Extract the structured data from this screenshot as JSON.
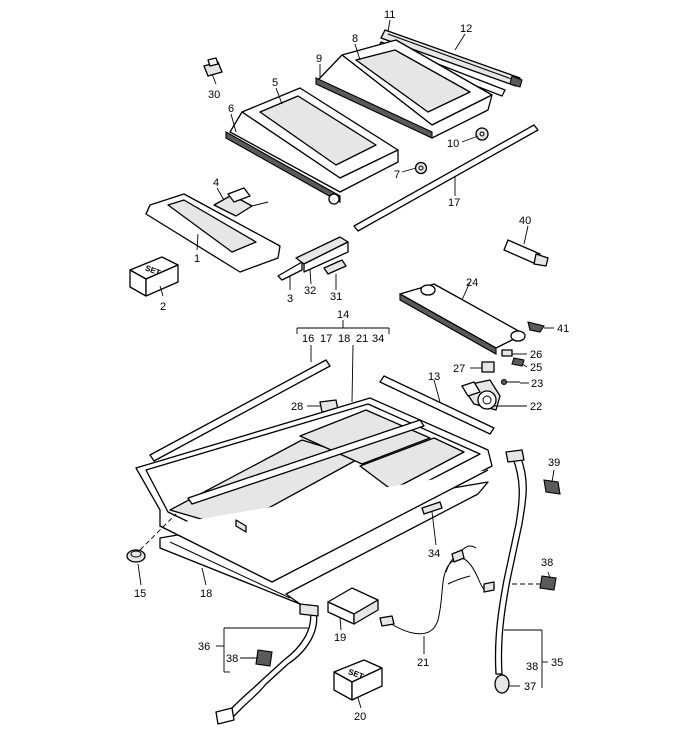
{
  "callouts": {
    "c1": "1",
    "c2": "2",
    "c3": "3",
    "c4": "4",
    "c5": "5",
    "c6": "6",
    "c7": "7",
    "c8": "8",
    "c9": "9",
    "c10": "10",
    "c11": "11",
    "c12": "12",
    "c13": "13",
    "c14": "14",
    "c15": "15",
    "c16": "16",
    "c17": "17",
    "c18": "18",
    "c19": "19",
    "c20": "20",
    "c21": "21",
    "c22": "22",
    "c23": "23",
    "c24": "24",
    "c25": "25",
    "c26": "26",
    "c27": "27",
    "c28": "28",
    "c30": "30",
    "c31": "31",
    "c32": "32",
    "c34": "34",
    "c35": "35",
    "c36": "36",
    "c37": "37",
    "c38a": "38",
    "c38b": "38",
    "c38c": "38",
    "c39": "39",
    "c40": "40",
    "c41": "41",
    "c17a": "17",
    "c18a": "18",
    "c21a": "21",
    "c34a": "34"
  },
  "kit_labels": {
    "set_a": "SET",
    "set_b": "SET"
  }
}
